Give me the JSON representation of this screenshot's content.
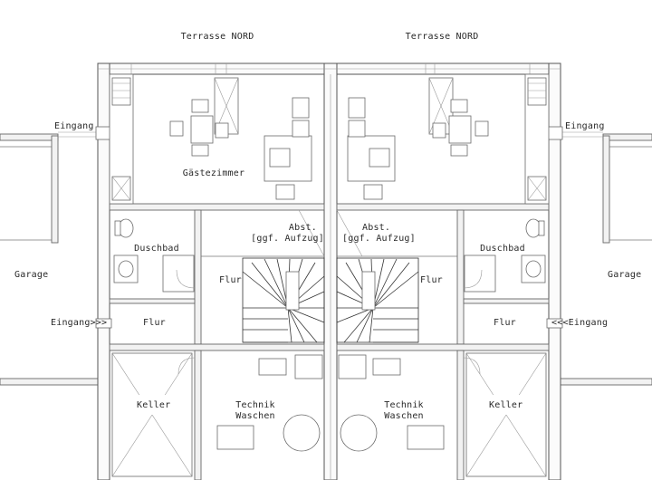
{
  "labels": {
    "terrace_left": "Terrasse NORD",
    "terrace_right": "Terrasse NORD",
    "entrance_top_left": "Eingang",
    "entrance_top_right": "Eingang",
    "entrance_mid_left": "Eingang>>>",
    "entrance_mid_right": "<<<Eingang",
    "garage_left": "Garage",
    "garage_right": "Garage",
    "guest_room": "Gästezimmer",
    "shower_left": "Duschbad",
    "shower_right": "Duschbad",
    "storage_left_1": "Abst.",
    "storage_left_2": "[ggf. Aufzug]",
    "storage_right_1": "Abst.",
    "storage_right_2": "[ggf. Aufzug]",
    "hall_left_stair": "Flur",
    "hall_right_stair": "Flur",
    "hall_left": "Flur",
    "hall_right": "Flur",
    "cellar_left": "Keller",
    "cellar_right": "Keller",
    "tech_left_1": "Technik",
    "tech_left_2": "Waschen",
    "tech_right_1": "Technik",
    "tech_right_2": "Waschen"
  },
  "icons": [
    "stair-icon",
    "toilet-icon",
    "shower-icon",
    "washbasin-icon",
    "boiler-icon",
    "table-chairs-icon"
  ],
  "colors": {
    "line": "#555555",
    "text": "#2a2a2a",
    "background": "#ffffff"
  }
}
